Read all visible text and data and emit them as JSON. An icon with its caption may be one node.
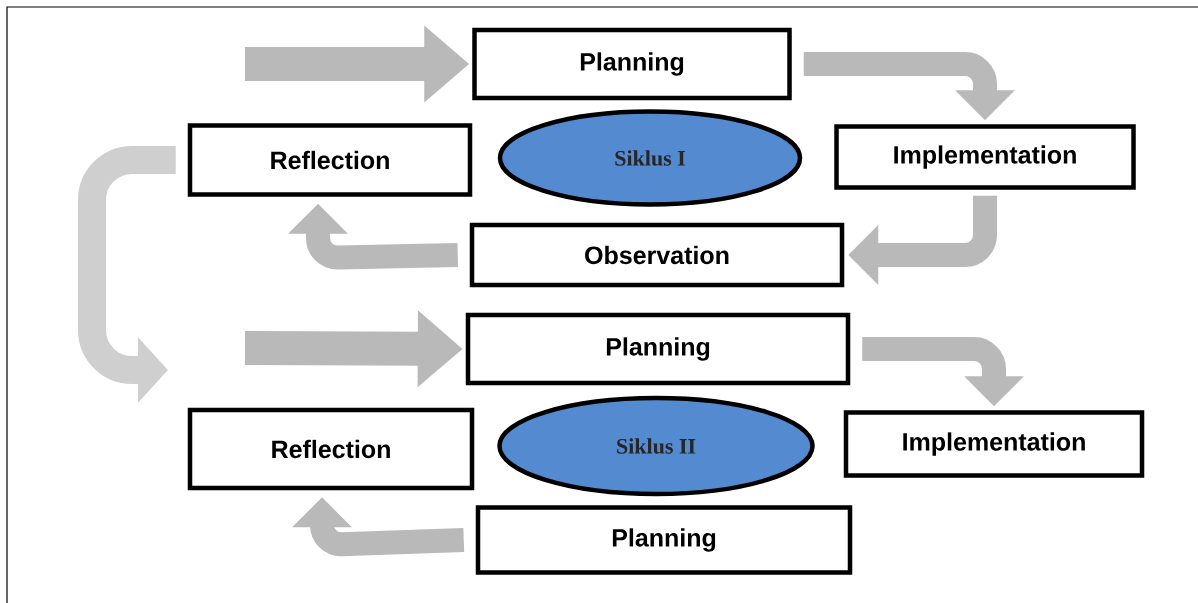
{
  "diagram": {
    "nodes": [
      {
        "text": [
          "Planning"
        ]
      },
      {
        "text": [
          "Reflection"
        ]
      },
      {
        "text": [
          "Siklus I"
        ]
      },
      {
        "text": [
          "Implementation"
        ]
      },
      {
        "text": [
          "Observation"
        ]
      },
      {
        "text": [
          "Planning"
        ]
      },
      {
        "text": [
          "Reflection"
        ]
      },
      {
        "text": [
          "Siklus II"
        ]
      },
      {
        "text": [
          "Implementation"
        ]
      },
      {
        "text": [
          "Planning"
        ]
      }
    ],
    "edges": [
      {
        "from": null,
        "to": 0,
        "arrow": "to"
      },
      {
        "from": 0,
        "to": 3,
        "arrow": "to"
      },
      {
        "from": 3,
        "to": 4,
        "arrow": "to"
      },
      {
        "from": 4,
        "to": 1,
        "arrow": "to"
      },
      {
        "from": 1,
        "to": null,
        "arrow": "to"
      },
      {
        "from": null,
        "to": 5,
        "arrow": "to"
      },
      {
        "from": 5,
        "to": 8,
        "arrow": "to"
      },
      {
        "from": 9,
        "to": 6,
        "arrow": "to"
      }
    ]
  }
}
